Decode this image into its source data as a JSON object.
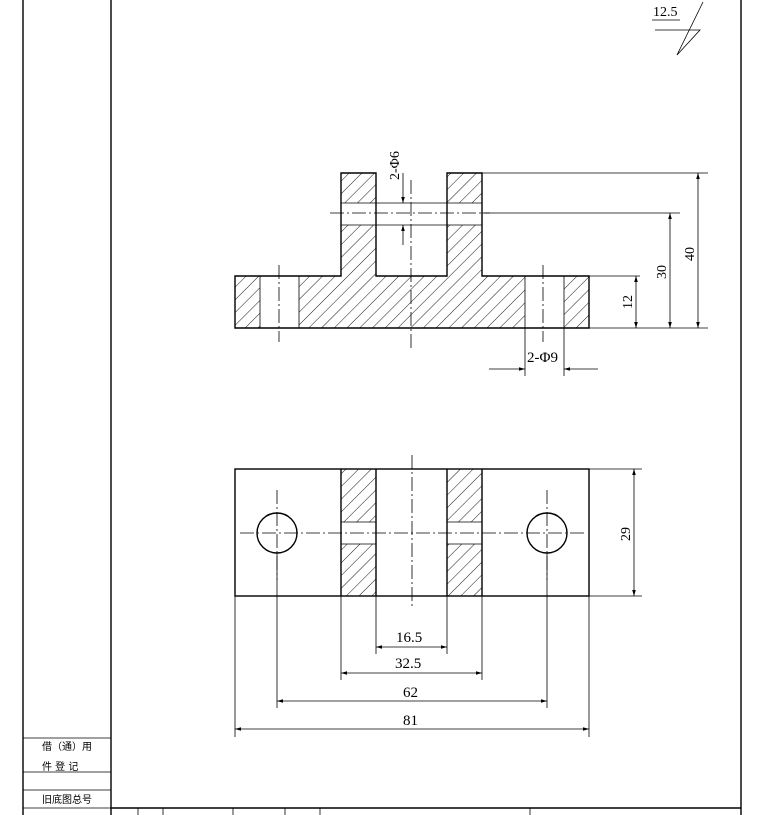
{
  "sheet": {
    "side_label_row1": "借（通）用",
    "side_label_row2": "件  登  记",
    "side_label_row3": "旧底图总号"
  },
  "roughness": {
    "value": "12.5"
  },
  "front_view": {
    "hole_small_label": "2-Φ6",
    "hole_large_label": "2-Φ9",
    "height_total": "40",
    "height_mid": "30",
    "height_base": "12"
  },
  "top_view": {
    "width_depth": "29",
    "slot_width": "16.5",
    "ear_span": "32.5",
    "hole_spacing": "62",
    "overall_length": "81"
  }
}
